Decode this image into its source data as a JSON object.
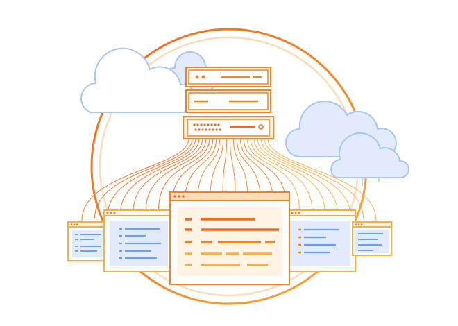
{
  "illustration": {
    "colors": {
      "orange_dark": "#f26b1d",
      "orange": "#f6821f",
      "orange_light": "#fbad41",
      "peach": "#fcdcb7",
      "cream": "#fff4e6",
      "blue": "#6b9ff5",
      "blue_outline": "#a8c5f0",
      "blue_fill": "#e2ebfb",
      "white": "#ffffff"
    },
    "elements": [
      "orbit-ring",
      "cloud",
      "server-stack",
      "connection-lines",
      "browser-window"
    ]
  }
}
